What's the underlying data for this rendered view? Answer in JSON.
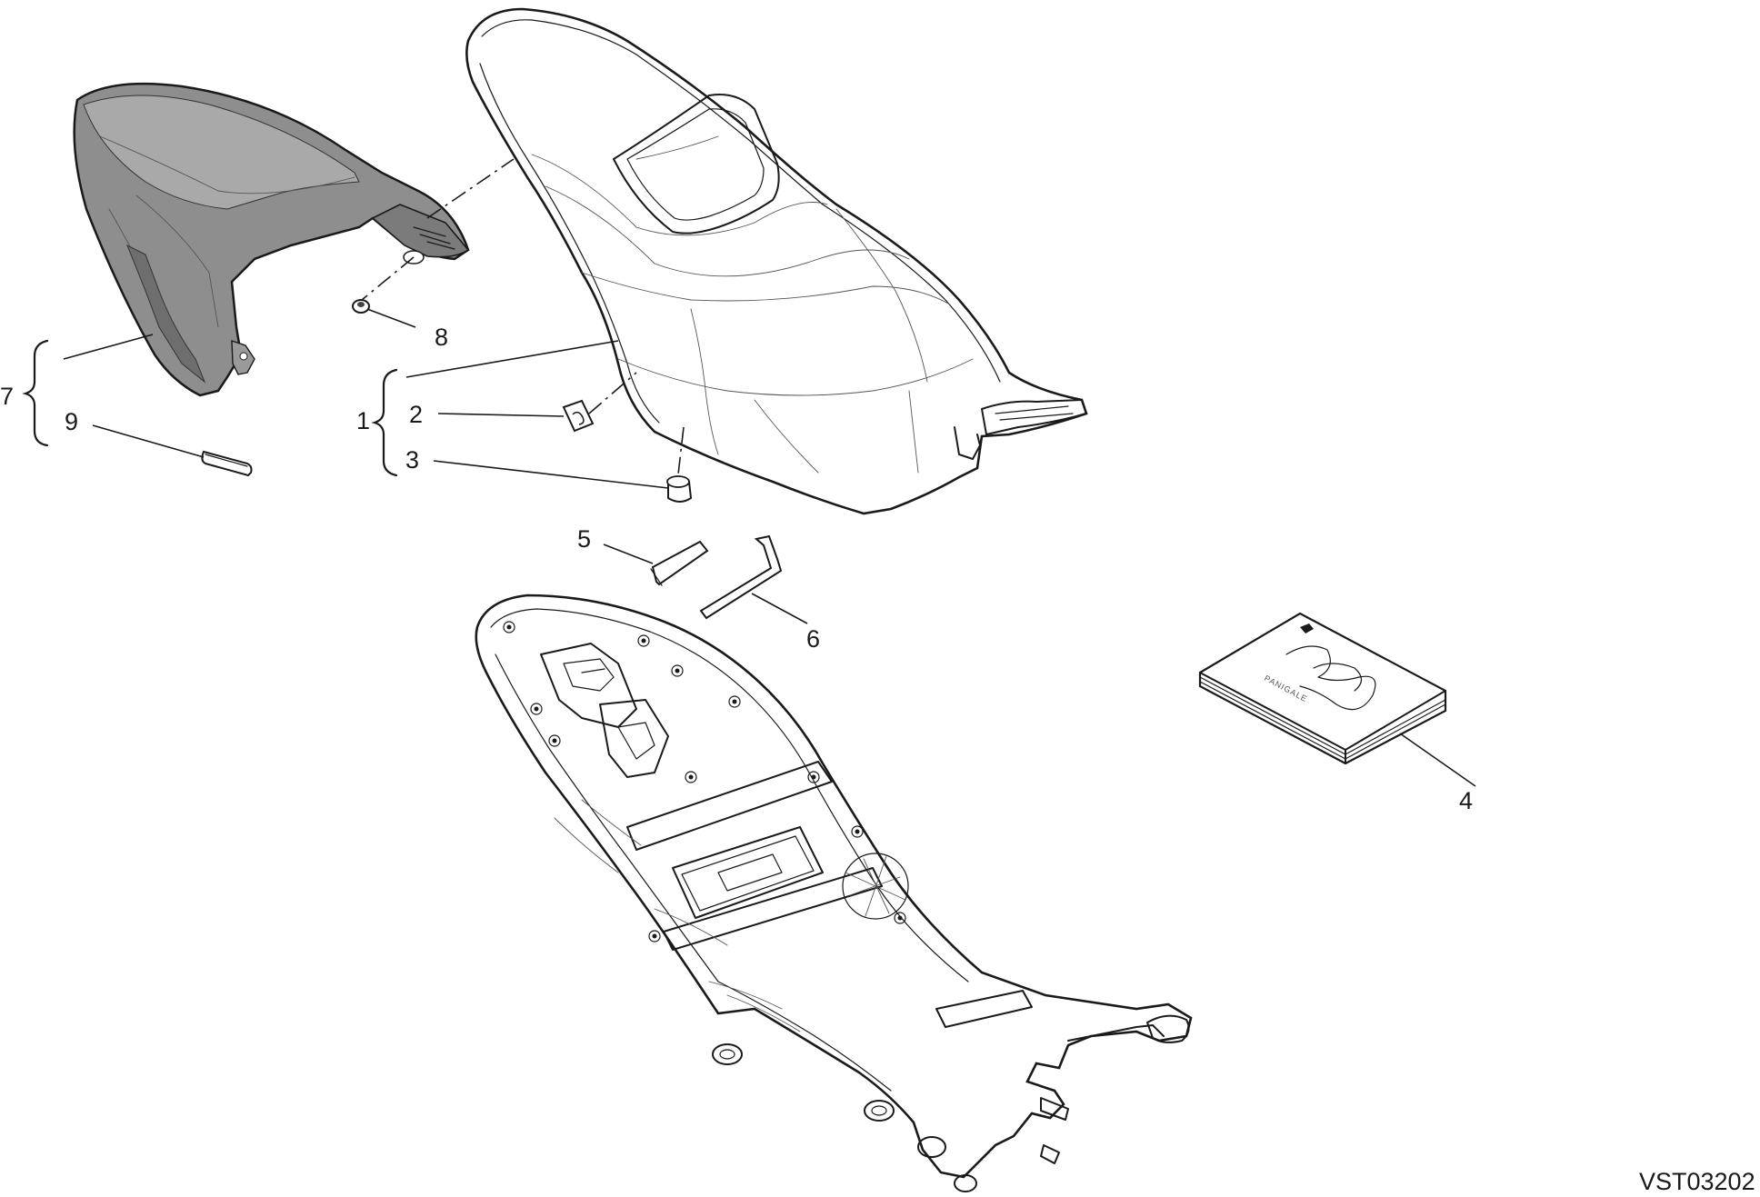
{
  "diagram": {
    "reference_code": "VST03202",
    "callouts": [
      {
        "id": "1",
        "label": "1"
      },
      {
        "id": "2",
        "label": "2"
      },
      {
        "id": "3",
        "label": "3"
      },
      {
        "id": "4",
        "label": "4"
      },
      {
        "id": "5",
        "label": "5"
      },
      {
        "id": "6",
        "label": "6"
      },
      {
        "id": "7",
        "label": "7"
      },
      {
        "id": "8",
        "label": "8"
      },
      {
        "id": "9",
        "label": "9"
      }
    ],
    "manual_cover_text": "PANIGALE",
    "colors": {
      "line": "#1a1a1a",
      "cowl_shade": "#8a8a8a",
      "background": "#ffffff"
    }
  }
}
